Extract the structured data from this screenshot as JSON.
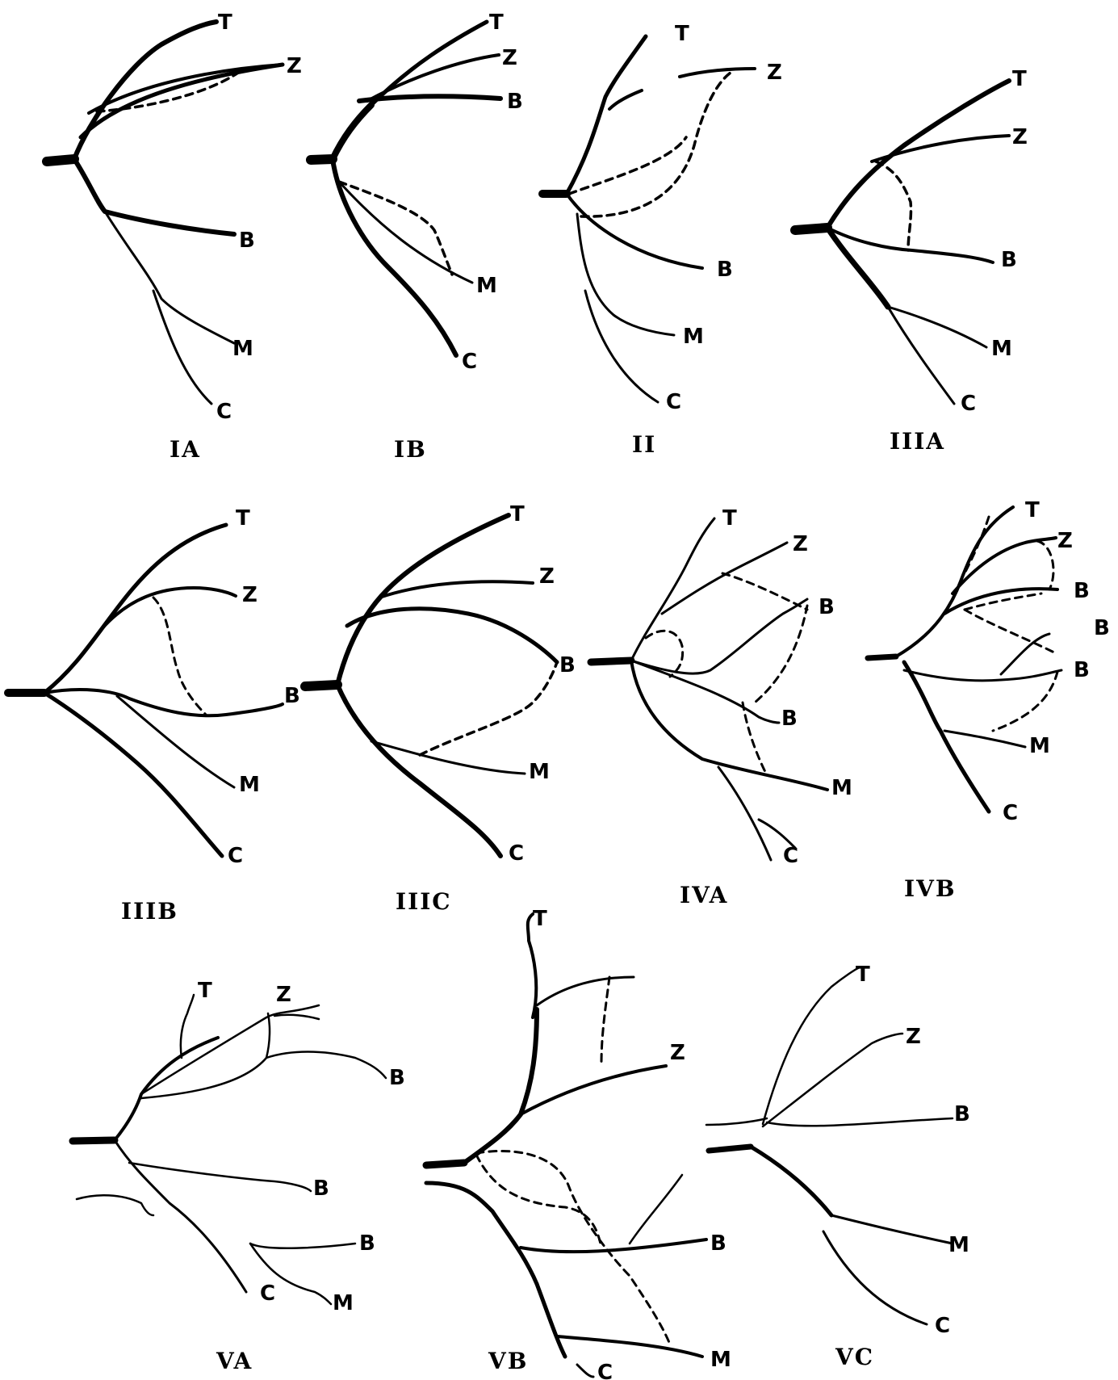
{
  "figure": {
    "panels": [
      {
        "id": "IA",
        "caption": "IA",
        "labels": [
          "T",
          "Z",
          "B",
          "M",
          "C"
        ]
      },
      {
        "id": "IB",
        "caption": "IB",
        "labels": [
          "T",
          "Z",
          "B",
          "M",
          "C"
        ]
      },
      {
        "id": "II",
        "caption": "II",
        "labels": [
          "T",
          "Z",
          "B",
          "M",
          "C"
        ]
      },
      {
        "id": "IIIA",
        "caption": "IIIA",
        "labels": [
          "T",
          "Z",
          "B",
          "M",
          "C"
        ]
      },
      {
        "id": "IIIB",
        "caption": "IIIB",
        "labels": [
          "T",
          "Z",
          "B",
          "M",
          "C"
        ]
      },
      {
        "id": "IIIC",
        "caption": "IIIC",
        "labels": [
          "T",
          "Z",
          "B",
          "M",
          "C"
        ]
      },
      {
        "id": "IVA",
        "caption": "IVA",
        "labels": [
          "T",
          "Z",
          "B",
          "B",
          "M",
          "C"
        ]
      },
      {
        "id": "IVB",
        "caption": "IVB",
        "labels": [
          "T",
          "Z",
          "B",
          "B",
          "B",
          "M",
          "C"
        ]
      },
      {
        "id": "VA",
        "caption": "VA",
        "labels": [
          "T",
          "Z",
          "B",
          "B",
          "B",
          "M",
          "C"
        ]
      },
      {
        "id": "VB",
        "caption": "VB",
        "labels": [
          "T",
          "Z",
          "B",
          "M",
          "C"
        ]
      },
      {
        "id": "VC",
        "caption": "VC",
        "labels": [
          "T",
          "Z",
          "B",
          "M",
          "C"
        ]
      }
    ]
  }
}
